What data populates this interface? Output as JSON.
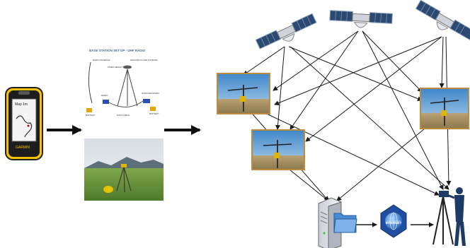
{
  "gps_device": {
    "screen_label": "Map 1m",
    "brand": "GARMIN"
  },
  "base_station_sketch": {
    "title": "BASE STATION SET UP - UHF RADIO",
    "labels": {
      "radio_antenna": "RADIO ANTENNA",
      "ground_plane_antenna": "GROUND PLANE ANTENNA",
      "fixed_height_tripod": "FIXED HEIGHT TRIPOD",
      "radio": "RADIO",
      "gnss_receiver": "GNSS RECEIVER",
      "battery_left": "BATTERY",
      "battery_right": "BATTERY",
      "data_cable": "DATA CABLE"
    }
  },
  "internet_badge": {
    "label": "INTERNET"
  },
  "colors": {
    "arrow": "#111111",
    "link_line": "#1a1a1a",
    "device_yellow": "#f2c200",
    "satellite_panel": "#2b4a73",
    "sky": "#5a9fd6",
    "grass": "#6e9a3c"
  }
}
